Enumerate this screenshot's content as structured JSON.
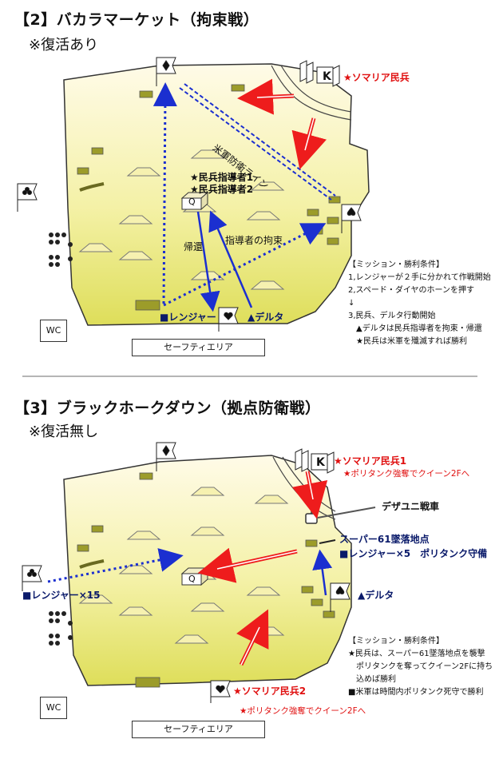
{
  "section2": {
    "title": "【2】バカラマーケット（拘束戦）",
    "subtitle": "※復活あり",
    "somalia": "★ソマリア民兵",
    "flag_k": "K",
    "building_q": "Q",
    "leader1": "★民兵指導者1",
    "leader2": "★民兵指導者2",
    "defense_line": "米軍防衛ライン",
    "return_label": "帰還",
    "capture_label": "指導者の拘束",
    "ranger": "■レンジャー",
    "delta": "▲デルタ",
    "wc": "WC",
    "safety": "セーフティエリア",
    "conditions": [
      "【ミッション・勝利条件】",
      "1,レンジャーが２手に分かれて作戦開始",
      "2,スペード・ダイヤのホーンを押す",
      "↓",
      "3,民兵、デルタ行動開始",
      "▲デルタは民兵指導者を拘束・帰還",
      "★民兵は米軍を殲滅すれば勝利"
    ],
    "icons": [
      "diamond-icon",
      "club-icon",
      "spade-icon",
      "heart-icon"
    ]
  },
  "section3": {
    "title": "【3】ブラックホークダウン（拠点防衛戦）",
    "subtitle": "※復活無し",
    "somalia1": "★ソマリア民兵1",
    "somalia1_note": "★ポリタンク強奪でクイーン2Fへ",
    "flag_k": "K",
    "building_q": "Q",
    "tank": "デザユニ戦車",
    "crash": "スーパー61墜落地点",
    "ranger5": "■レンジャー×5　ポリタンク守備",
    "ranger15": "■レンジャー×15",
    "delta": "▲デルタ",
    "somalia2": "★ソマリア民兵2",
    "somalia2_note": "★ポリタンク強奪でクイーン2Fへ",
    "wc": "WC",
    "safety": "セーフティエリア",
    "conditions": [
      "【ミッション・勝利条件】",
      "★民兵は、スーパー61墜落地点を襲撃",
      "ポリタンクを奪ってクイーン2Fに持ち",
      "込めば勝利",
      "■米軍は時間内ポリタンク死守で勝利"
    ]
  },
  "colors": {
    "field_top": "#fffbe8",
    "field_bottom": "#dede5a",
    "bunker": "#9c9c2a",
    "blue": "#1b2fd0",
    "red": "#ee1c1c",
    "navy": "#0a1a6a"
  }
}
